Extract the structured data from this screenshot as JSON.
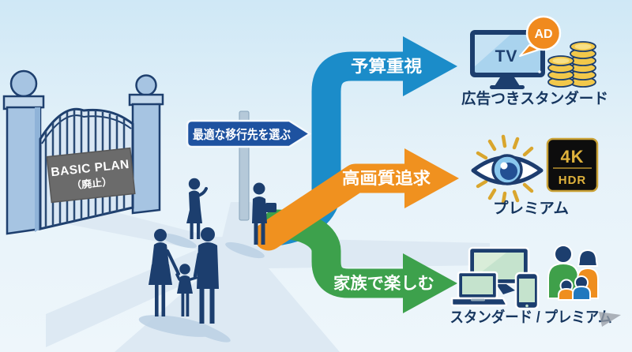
{
  "diagram": {
    "gate": {
      "line1": "BASIC PLAN",
      "line2": "（廃止）"
    },
    "signpost": {
      "label": "最適な移行先を選ぶ"
    },
    "branches": [
      {
        "id": "budget",
        "label": "予算重視",
        "destination": "広告つきスタンダード",
        "color": "#1b8cc9"
      },
      {
        "id": "quality",
        "label": "高画質追求",
        "destination": "プレミアム",
        "color": "#f0911f"
      },
      {
        "id": "family",
        "label": "家族で楽しむ",
        "destination": "スタンダード / プレミアム",
        "color": "#3da14c"
      }
    ],
    "badges": {
      "tv": "TV",
      "ad": "AD",
      "uhd": "4K",
      "hdr": "HDR"
    },
    "colors": {
      "navy": "#1c3e6e",
      "sign_blue": "#1e52a0",
      "coin_gold": "#f2c84a",
      "screen_blue": "#a9d3ee",
      "screen_mint": "#c5e3cd",
      "badge_gold": "#dfb23c",
      "sky": "#d2eaf7",
      "road": "#dde9f3"
    }
  }
}
